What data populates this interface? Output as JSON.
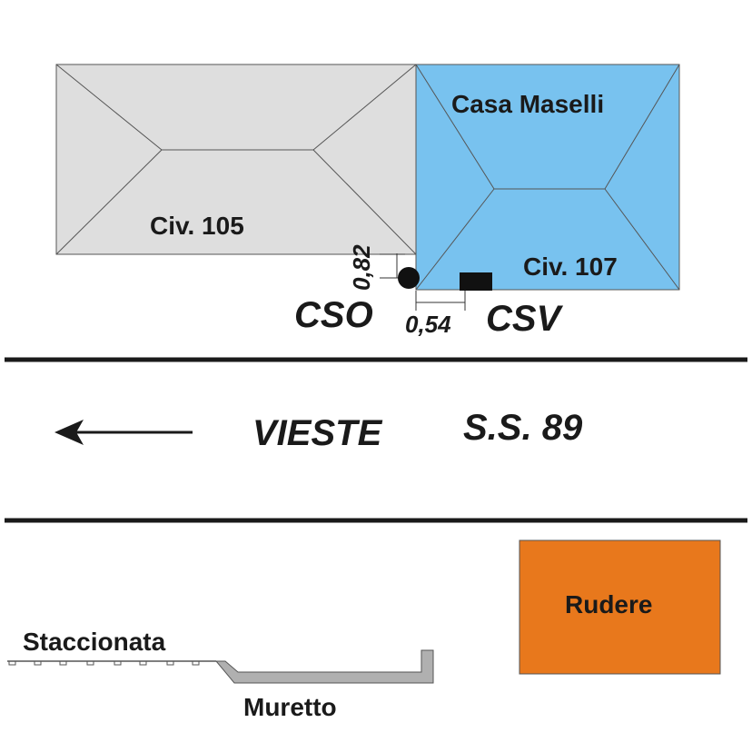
{
  "labels": {
    "casa_maselli": "Casa Maselli",
    "civ_105": "Civ. 105",
    "civ_107": "Civ. 107",
    "dim_vertical": "0,82",
    "dim_horizontal": "0,54",
    "cso": "CSO",
    "csv": "CSV",
    "vieste": "VIESTE",
    "road": "S.S. 89",
    "rudere": "Rudere",
    "staccionata": "Staccionata",
    "muretto": "Muretto"
  },
  "colors": {
    "civ_105_fill": "#dedede",
    "casa_maselli_fill": "#78c2ef",
    "rudere_fill": "#e8781c",
    "muretto_fill": "#b0b0b0",
    "line": "#1a1a1a"
  },
  "icons": {
    "direction": "arrow-left-icon"
  }
}
